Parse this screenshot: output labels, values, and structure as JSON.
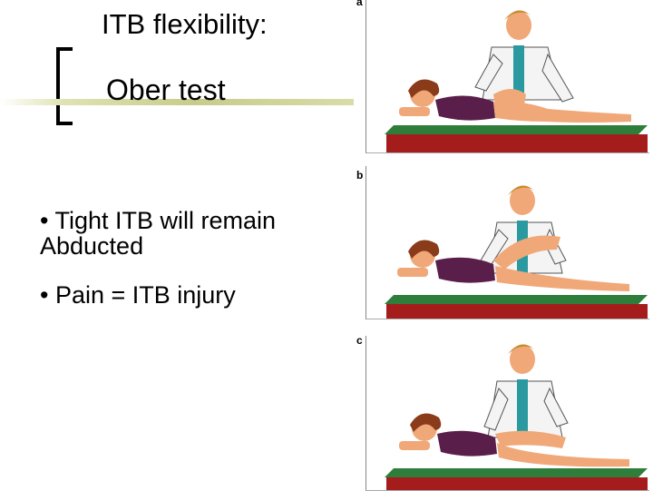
{
  "slide": {
    "title": "ITB flexibility:",
    "subtitle": "Ober test",
    "bullets": [
      "• Tight ITB will remain Abducted",
      "• Pain = ITB injury"
    ]
  },
  "figure": {
    "panels": [
      {
        "label": "a"
      },
      {
        "label": "b"
      },
      {
        "label": "c"
      }
    ]
  },
  "colors": {
    "table_top": "#2f7d3a",
    "table_base": "#a51c1c",
    "patient_suit": "#5a1e4a",
    "skin": "#f0a878",
    "coat": "#f4f4f4",
    "shirt": "#2a9aa0",
    "hair": "#8a3b1a",
    "accent_rule": "#c7cc8a"
  }
}
